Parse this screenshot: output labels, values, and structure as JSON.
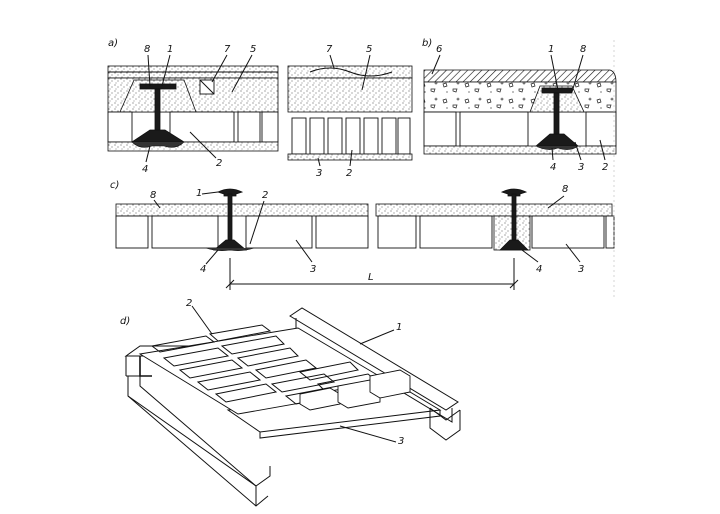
{
  "panels": {
    "a": "a)",
    "b": "b)",
    "c": "c)",
    "d": "d)"
  },
  "callouts": {
    "n1": "1",
    "n2": "2",
    "n3": "3",
    "n4": "4",
    "n5": "5",
    "n6": "6",
    "n7": "7",
    "n8": "8"
  },
  "dimension": {
    "span": "L"
  }
}
